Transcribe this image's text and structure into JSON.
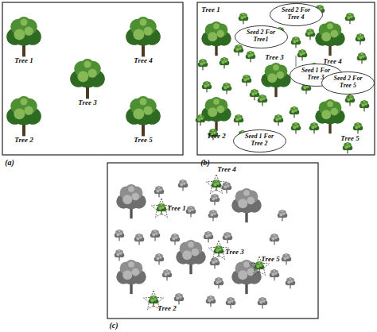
{
  "diagram": {
    "nodes": [
      {
        "text": [
          "Seed 2 For Tree 4"
        ]
      },
      {
        "text": [
          "Seed 2 For Tree1"
        ]
      },
      {
        "text": [
          "Seed 1 For Tree 3"
        ]
      },
      {
        "text": [
          "Seed 2 For Tree 5"
        ]
      },
      {
        "text": [
          "Seed 1 For Tree 2"
        ]
      }
    ],
    "labels": [
      "Tree 1",
      "Tree 4",
      "Tree 3",
      "Tree 2",
      "Tree 5",
      "(a)",
      "Tree 1",
      "Tree 3",
      "Tree 4",
      "Tree 2",
      "Tree 5",
      "(b)",
      "Tree 4",
      "Tree 1",
      "Tree 3",
      "Tree 5",
      "Tree 2",
      "(c)"
    ]
  }
}
